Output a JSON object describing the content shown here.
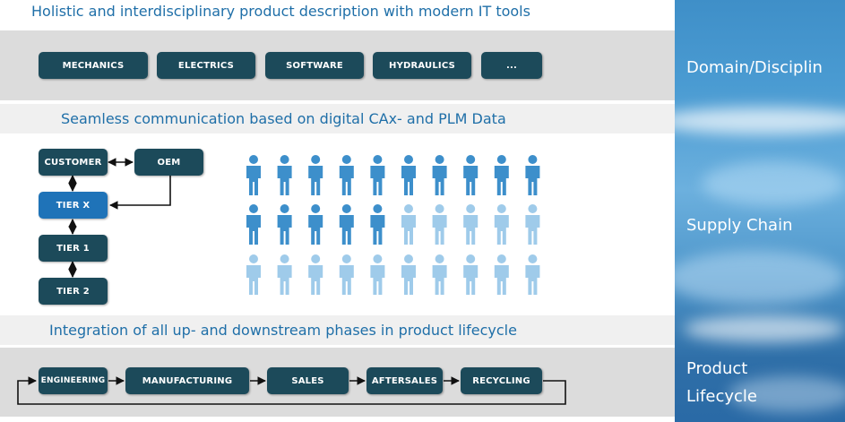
{
  "top_caption": "Holistic and interdisciplinary product description with modern IT tools",
  "domains": {
    "chips": [
      "MECHANICS",
      "ELECTRICS",
      "SOFTWARE",
      "HYDRAULICS",
      "..."
    ]
  },
  "communication_caption": "Seamless communication based on digital CAx- and PLM Data",
  "supply_chain": {
    "nodes": {
      "customer": "CUSTOMER",
      "oem": "OEM",
      "tier_x": "TIER X",
      "tier_1": "TIER 1",
      "tier_2": "TIER 2"
    },
    "people_grid": {
      "columns": 10,
      "rows": [
        {
          "dark_count": 10
        },
        {
          "dark_count": 5
        },
        {
          "dark_count": 0
        }
      ],
      "colors": {
        "dark": "#3d8fcb",
        "light": "#9fcbea"
      }
    }
  },
  "lifecycle_caption": "Integration of all up- and downstream phases in product lifecycle",
  "lifecycle": {
    "stages": [
      "ENGINEERING",
      "MANUFACTURING",
      "SALES",
      "AFTERSALES",
      "RECYCLING"
    ]
  },
  "side_labels": {
    "domain": "Domain/Disciplin",
    "supply_chain": "Supply Chain",
    "product_line1": "Product",
    "product_line2": "Lifecycle"
  },
  "colors": {
    "chip": "#1c4a5a",
    "chip_highlight": "#1f73b8",
    "heading_text": "#1f6fa8",
    "band_gray": "#dcdcdc"
  }
}
